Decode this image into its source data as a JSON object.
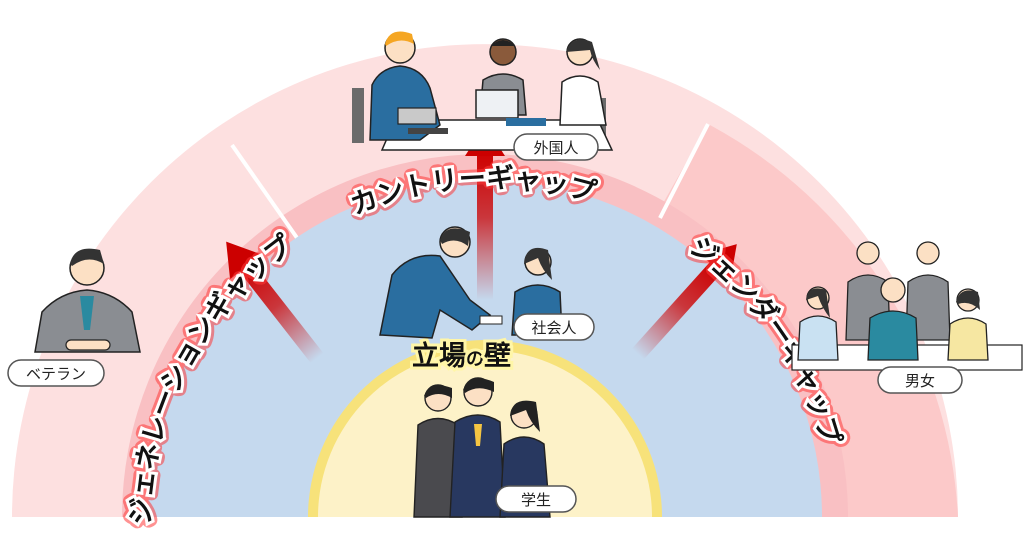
{
  "labels": {
    "country_gap": "カントリーギャップ",
    "generation_gap": "ジェネレーションギャップ",
    "gender_gap": "ジェンダーギャップ",
    "wall_main": "立場",
    "wall_no": "の",
    "wall_end": "壁"
  },
  "tags": {
    "foreigner": "外国人",
    "worker": "社会人",
    "veteran": "ベテラン",
    "gender": "男女",
    "student": "学生"
  },
  "colors": {
    "outer_ring": "#fde0e0",
    "outer_ring_right": "#fcc9c9",
    "middle_ring": "#f9c0c3",
    "inner_ring": "#c5d9ee",
    "core": "#fdf2c8",
    "core_rim": "#f7e27a",
    "arrow": "#cc0000",
    "suit_blue": "#2a6ea0",
    "suit_gray": "#8a8d92",
    "suit_navy": "#283860"
  }
}
